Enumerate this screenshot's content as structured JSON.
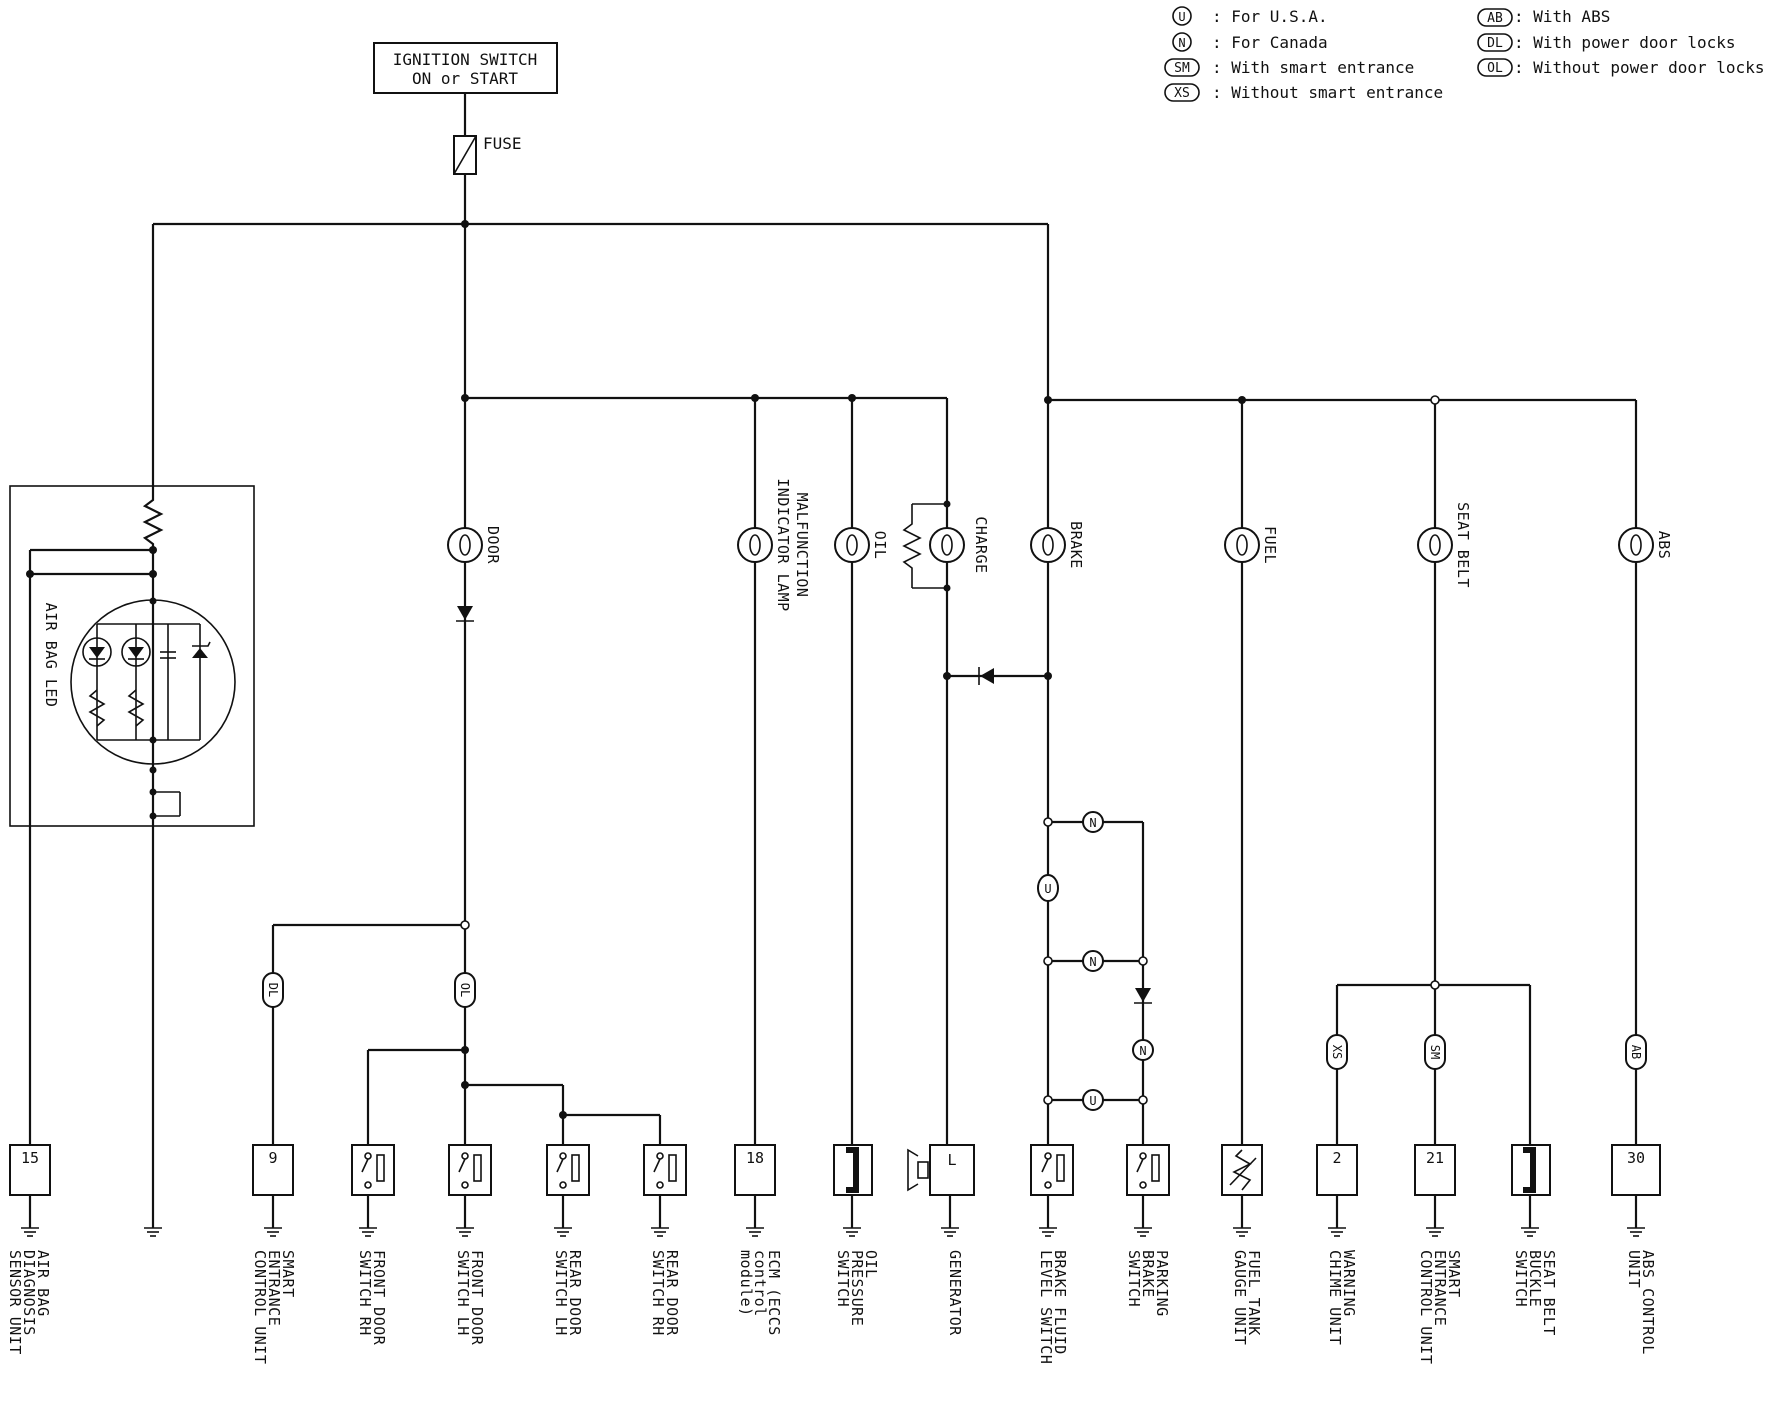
{
  "diagram": {
    "power_source": {
      "line1": "IGNITION SWITCH",
      "line2": "ON or START"
    },
    "fuse_label": "FUSE",
    "legend": [
      {
        "code": "U",
        "text": ": For U.S.A."
      },
      {
        "code": "N",
        "text": ": For Canada"
      },
      {
        "code": "SM",
        "text": ": With smart entrance"
      },
      {
        "code": "XS",
        "text": ": Without smart entrance"
      },
      {
        "code": "AB",
        "text": ": With ABS"
      },
      {
        "code": "DL",
        "text": ": With power door locks"
      },
      {
        "code": "OL",
        "text": ": Without power door locks"
      }
    ],
    "airbag_led_label": "AIR BAG LED",
    "lamps": {
      "door": "DOOR",
      "malfunction": [
        "MALFUNCTION",
        "INDICATOR LAMP"
      ],
      "oil": "OIL",
      "charge": "CHARGE",
      "brake": "BRAKE",
      "fuel": "FUEL",
      "seat_belt": "SEAT BELT",
      "abs": "ABS"
    },
    "inline_markers": {
      "dl": "DL",
      "ol": "OL",
      "u": "U",
      "n": "N",
      "xs": "XS",
      "sm": "SM",
      "ab": "AB",
      "lamp": "U"
    },
    "terminals": {
      "airbag": "15",
      "smart1": "9",
      "ecm": "18",
      "generator": "L",
      "warning": "2",
      "smart2": "21",
      "abs": "30"
    },
    "components": {
      "airbag": [
        "AIR BAG",
        "DIAGNOSIS",
        "SENSOR UNIT"
      ],
      "smart1": [
        "SMART",
        "ENTRANCE",
        "CONTROL UNIT"
      ],
      "front_rh": [
        "FRONT DOOR",
        "SWITCH RH"
      ],
      "front_lh": [
        "FRONT DOOR",
        "SWITCH LH"
      ],
      "rear_lh": [
        "REAR DOOR",
        "SWITCH LH"
      ],
      "rear_rh": [
        "REAR DOOR",
        "SWITCH RH"
      ],
      "ecm": [
        "ECM (ECCS",
        "control",
        "module)"
      ],
      "oil": [
        "OIL",
        "PRESSURE",
        "SWITCH"
      ],
      "generator": [
        "GENERATOR"
      ],
      "brake_fluid": [
        "BRAKE FLUID",
        "LEVEL SWITCH"
      ],
      "parking": [
        "PARKING",
        "BRAKE",
        "SWITCH"
      ],
      "fuel": [
        "FUEL TANK",
        "GAUGE UNIT"
      ],
      "warning": [
        "WARNING",
        "CHIME UNIT"
      ],
      "smart2": [
        "SMART",
        "ENTRANCE",
        "CONTROL UNIT"
      ],
      "seatbelt": [
        "SEAT BELT",
        "BUCKLE",
        "SWITCH"
      ],
      "abs": [
        "ABS CONTROL",
        "UNIT"
      ]
    }
  }
}
